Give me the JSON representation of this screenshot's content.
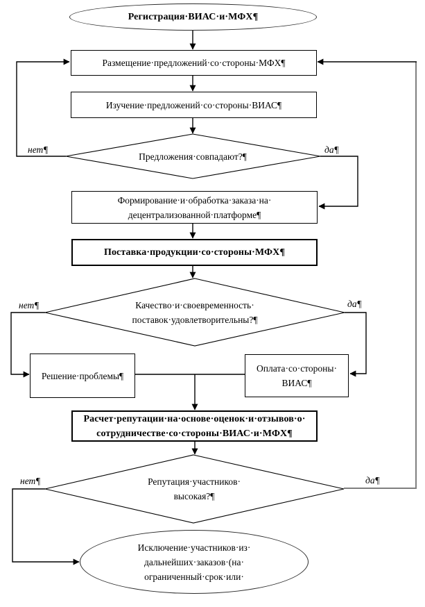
{
  "flowchart": {
    "nodes": {
      "start": {
        "shape": "ellipse",
        "bold": true,
        "text": "Регистрация·ВИАС·и·МФХ¶"
      },
      "place_offers": {
        "shape": "rect",
        "bold": false,
        "text": "Размещение·предложений·со·стороны·МФХ¶"
      },
      "study_offers": {
        "shape": "rect",
        "bold": false,
        "text": "Изучение·предложений·со·стороны·ВИАС¶"
      },
      "offers_match_q": {
        "shape": "diamond",
        "text": "Предложения·совпадают?¶"
      },
      "order_processing": {
        "shape": "rect",
        "bold": false,
        "text": "Формирование·и·обработка·заказа·на·\nдецентрализованной·платформе¶"
      },
      "delivery": {
        "shape": "rect",
        "bold": true,
        "text": "Поставка·продукции·со·стороны·МФХ¶"
      },
      "quality_q": {
        "shape": "diamond",
        "text": "Качество·и·своевременность·\nпоставок·удовлетворительны?¶"
      },
      "problem_solving": {
        "shape": "rect",
        "bold": false,
        "text": "Решение·проблемы¶"
      },
      "payment": {
        "shape": "rect",
        "bold": false,
        "text": "Оплата·со·стороны·\nВИАС¶"
      },
      "reputation_calc": {
        "shape": "rect",
        "bold": true,
        "text": "Расчет·репутации·на·основе·оценок·и·отзывов·о·\nсотрудничестве·со·стороны·ВИАС·и·МФХ¶"
      },
      "reputation_q": {
        "shape": "diamond",
        "text": "Репутация·участников·\nвысокая?¶"
      },
      "exclusion": {
        "shape": "ellipse",
        "bold": false,
        "text": "Исключение·участников·из·\nдальнейших·заказов·(на·\nограниченный·срок·или·"
      }
    },
    "labels": {
      "no1": "нет¶",
      "yes1": "да¶",
      "no2": "нет¶",
      "yes2": "да¶",
      "no3": "нет¶",
      "yes3": "да¶"
    },
    "colors": {
      "line": "#000000",
      "feedback_line": "#7f7f7f",
      "shape_border": "#000000",
      "background": "#ffffff"
    }
  }
}
